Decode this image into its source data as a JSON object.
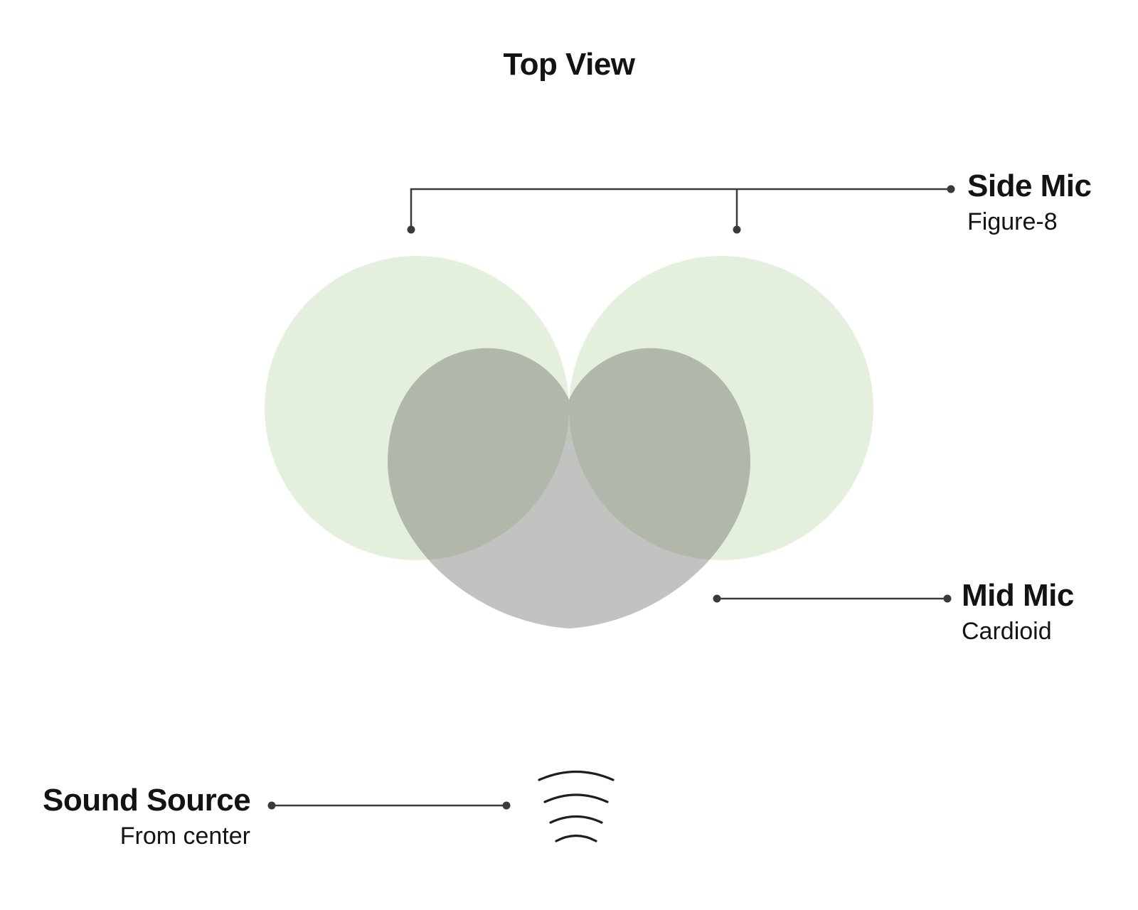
{
  "title": "Top View",
  "labels": {
    "side_mic": {
      "title": "Side Mic",
      "subtitle": "Figure-8"
    },
    "mid_mic": {
      "title": "Mid Mic",
      "subtitle": "Cardioid"
    },
    "sound_source": {
      "title": "Sound Source",
      "subtitle": "From center"
    }
  },
  "icons": {
    "sound_waves": "sound-waves-icon",
    "callout_dot": "callout-dot-icon"
  },
  "colors": {
    "side_lobe_green": "#e4f0dd",
    "mid_cardioid_gray": "rgba(90,90,88,0.37)",
    "connector": "#3a3a3a",
    "wave_stroke": "#1f1f1f",
    "text": "#131313"
  }
}
